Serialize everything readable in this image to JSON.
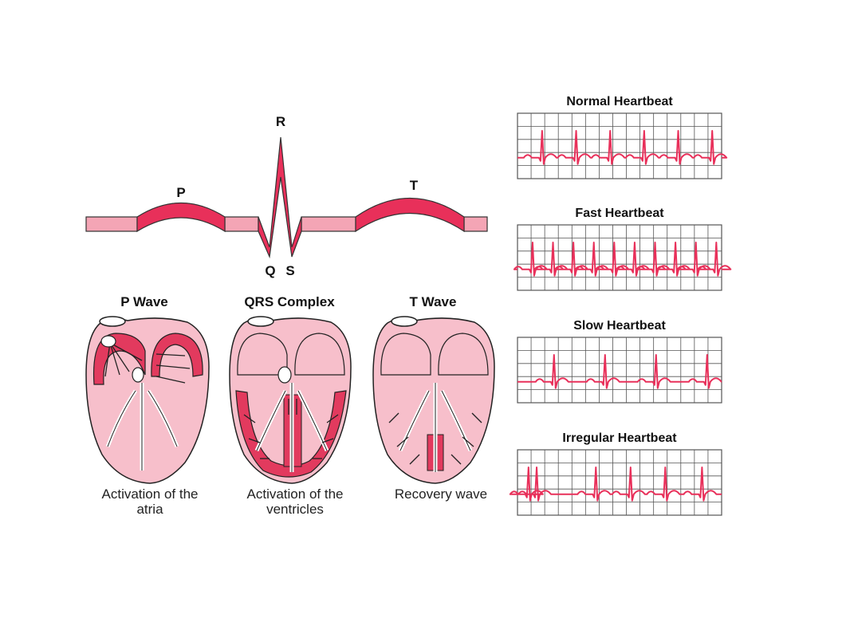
{
  "colors": {
    "wave_fill": "#e8305a",
    "wave_light": "#f4a5b5",
    "heart_fill": "#f7bfcb",
    "heart_dark": "#e23a5e",
    "grid_line": "#555555",
    "trace": "#e8305a"
  },
  "ecg": {
    "labels": {
      "p": "P",
      "r": "R",
      "q": "Q",
      "s": "S",
      "t": "T"
    }
  },
  "hearts": [
    {
      "title": "P Wave",
      "caption_line1": "Activation of the",
      "caption_line2": "atria",
      "icon": "heart-atria-activation-icon"
    },
    {
      "title": "QRS Complex",
      "caption_line1": "Activation of the",
      "caption_line2": "ventricles",
      "icon": "heart-ventricle-activation-icon"
    },
    {
      "title": "T Wave",
      "caption_line1": "Recovery wave",
      "caption_line2": "",
      "icon": "heart-recovery-icon"
    }
  ],
  "strips": [
    {
      "title": "Normal Heartbeat",
      "beats": 6,
      "pattern": "regular"
    },
    {
      "title": "Fast Heartbeat",
      "beats": 10,
      "pattern": "regular"
    },
    {
      "title": "Slow Heartbeat",
      "beats": 4,
      "pattern": "regular"
    },
    {
      "title": "Irregular Heartbeat",
      "beats": 6,
      "pattern": "irregular"
    }
  ]
}
